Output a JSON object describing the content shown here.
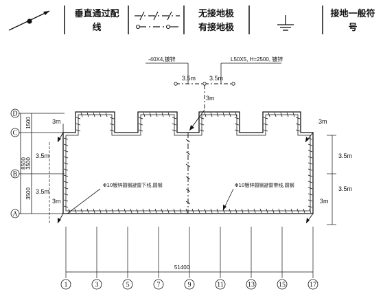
{
  "legend": {
    "col1_label_line1": "垂直通过配",
    "col1_label_line2": "线",
    "col2_label_line1": "无接地极",
    "col2_label_line2": "有接地极",
    "col3_label_line1": "接地一般符",
    "col3_label_line2": "号"
  },
  "top_labels": {
    "flat_steel": "-40X4,镀锌",
    "angle_steel": "L50X5, H=2500, 镀锌",
    "dist_left": "3.5m",
    "dist_right": "3.5m",
    "dist_down": "3m"
  },
  "plan_labels": {
    "corner_tl": "3m",
    "corner_tr": "3m",
    "corner_bl": "3m",
    "corner_br": "3m",
    "left_upper": "3.5m",
    "left_lower": "3.5m",
    "right_upper": "3.5m",
    "right_lower": "3.5m",
    "roof_line_left": "Φ10镀锌圆钢避雷下线,圆钢",
    "roof_line_right": "Φ10镀锌圆钢避雷带线,圆钢"
  },
  "row_axes": [
    "D",
    "C",
    "B",
    "A"
  ],
  "row_dims": [
    "1500",
    "8500",
    "3500",
    "3500"
  ],
  "col_axes": [
    "1",
    "3",
    "5",
    "7",
    "9",
    "11",
    "13",
    "15",
    "17"
  ],
  "total_width": "51400",
  "icons": [
    "vertical-through-wiring-icon",
    "earth-wire-without-electrode-icon",
    "earth-wire-with-electrode-icon",
    "ground-symbol-icon"
  ]
}
